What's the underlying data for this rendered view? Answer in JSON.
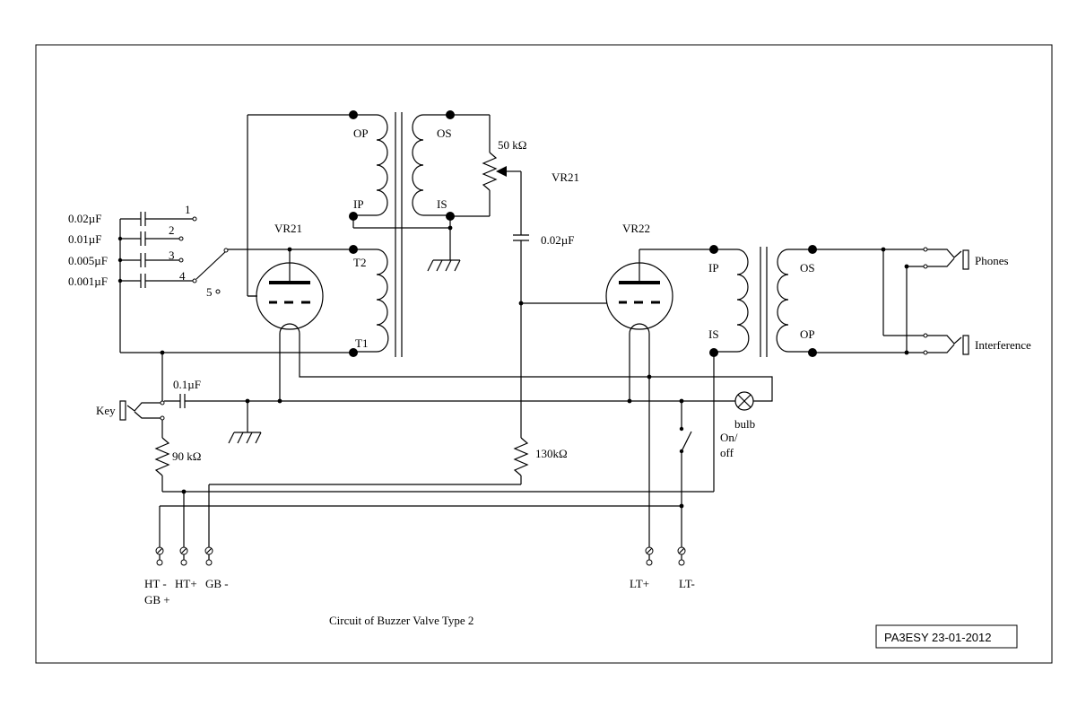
{
  "title": "Circuit of Buzzer Valve Type 2",
  "credit": "PA3ESY 23-01-2012",
  "capacitors": {
    "c1": "0.02µF",
    "c2": "0.01µF",
    "c3": "0.005µF",
    "c4": "0.001µF",
    "coupling": "0.02µF",
    "key_cap": "0.1µF"
  },
  "switch_positions": [
    "1",
    "2",
    "3",
    "4",
    "5"
  ],
  "valves": {
    "v1": "VR21",
    "v2": "VR22"
  },
  "pot": {
    "value": "50 kΩ",
    "label": "VR21"
  },
  "transformer1": {
    "op": "OP",
    "ip": "IP",
    "os": "OS",
    "is": "IS",
    "t2": "T2",
    "t1": "T1"
  },
  "transformer2": {
    "ip": "IP",
    "is": "IS",
    "os": "OS",
    "op": "OP"
  },
  "resistors": {
    "r_key": "90 kΩ",
    "r_grid": "130kΩ"
  },
  "outputs": {
    "phones": "Phones",
    "interference": "Interference"
  },
  "key_label": "Key",
  "bulb_label": "bulb",
  "switch_label_1": "On/",
  "switch_label_2": "off",
  "terminals": {
    "ht_minus": "HT -",
    "gb_plus": "GB +",
    "ht_plus": "HT+",
    "gb_minus": "GB -",
    "lt_plus": "LT+",
    "lt_minus": "LT-"
  }
}
